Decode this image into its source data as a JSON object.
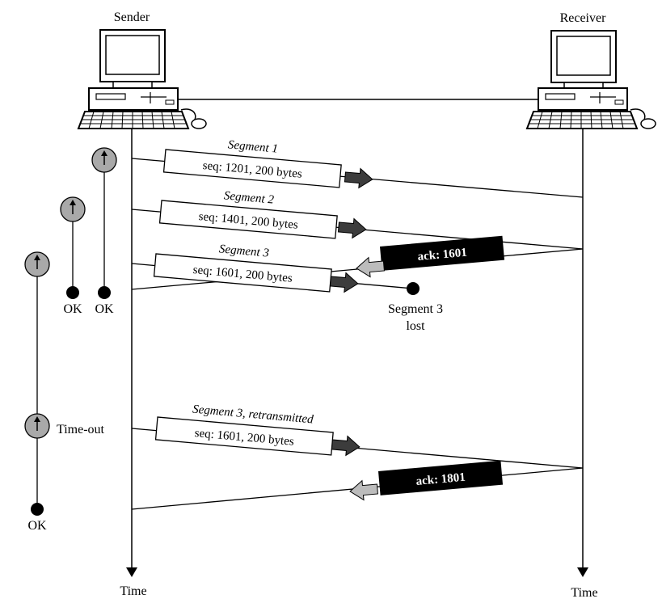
{
  "hosts": {
    "sender_label": "Sender",
    "receiver_label": "Receiver"
  },
  "timeline": {
    "sender_time_label": "Time",
    "receiver_time_label": "Time"
  },
  "segments": [
    {
      "title": "Segment 1",
      "box": "seq: 1201, 200 bytes"
    },
    {
      "title": "Segment 2",
      "box": "seq: 1401, 200 bytes"
    },
    {
      "title": "Segment 3",
      "box": "seq: 1601, 200 bytes"
    },
    {
      "title": "Segment 3, retransmitted",
      "box": "seq: 1601, 200 bytes"
    }
  ],
  "acks": [
    {
      "label": "ack: 1601"
    },
    {
      "label": "ack: 1801"
    }
  ],
  "loss": {
    "line1": "Segment 3",
    "line2": "lost"
  },
  "timers": {
    "ok_label": "OK",
    "timeout_label": "Time-out"
  },
  "colors": {
    "timer_fill": "#a9a9a9",
    "arrow_dark": "#3c3c3c",
    "arrow_light": "#bcbcbc",
    "ack_fill": "#000000"
  }
}
